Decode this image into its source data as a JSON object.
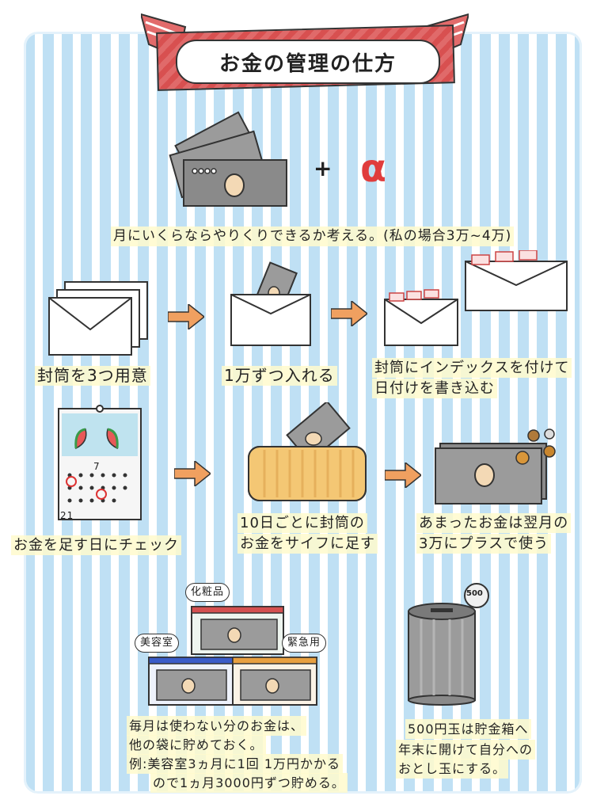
{
  "title": "お金の管理の仕方",
  "plus": "+",
  "alpha": "α",
  "intro": "月にいくらならやりくりできるか考える。(私の場合3万~4万)",
  "steps": {
    "s1": "封筒を3つ用意",
    "s2": "1万ずつ入れる",
    "s3_line1": "封筒にインデックスを付けて",
    "s3_line2": "日付けを書き込む",
    "s4": "お金を足す日にチェック",
    "s5_line1": "10日ごとに封筒の",
    "s5_line2": "お金をサイフに足す",
    "s6_line1": "あまったお金は翌月の",
    "s6_line2": "3万にプラスで使う"
  },
  "envelope_labels": {
    "cosmetics": "化粧品",
    "salon": "美容室",
    "emergency": "緊急用"
  },
  "coin_label": "500",
  "bottom_left": {
    "line1": "毎月は使わない分のお金は、",
    "line2": "他の袋に貯めておく。",
    "line3": "例:美容室3ヵ月に1回 1万円かかる",
    "line4": "ので1ヵ月3000円ずつ貯める。"
  },
  "bottom_right": {
    "line1": "500円玉は貯金箱へ",
    "line2": "年末に開けて自分への",
    "line3": "おとし玉にする。"
  },
  "calendar_numbers": {
    "top": "7",
    "bottom": "21"
  },
  "colors": {
    "ribbon": "#d85050",
    "arrow": "#f0a060",
    "alpha": "#e03c3c",
    "stripe": "#bfe0f4"
  }
}
